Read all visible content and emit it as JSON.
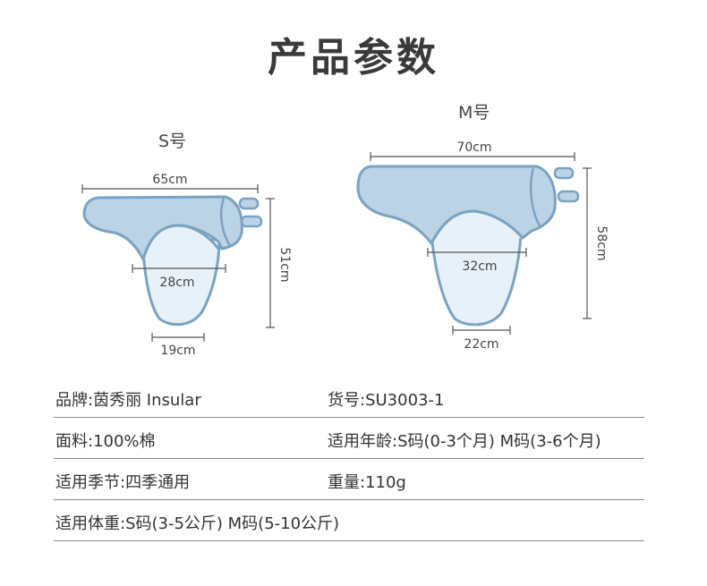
{
  "title": "产品参数",
  "sizes": {
    "s": {
      "label": "S号",
      "width": "65cm",
      "height": "51cm",
      "mid": "28cm",
      "bottom": "19cm"
    },
    "m": {
      "label": "M号",
      "width": "70cm",
      "height": "58cm",
      "mid": "32cm",
      "bottom": "22cm"
    }
  },
  "specs": [
    {
      "left": "品牌:茵秀丽 Insular",
      "right": "货号:SU3003-1"
    },
    {
      "left": "面料:100%棉",
      "right": "适用年龄:S码(0-3个月) M码(3-6个月)"
    },
    {
      "left": "适用季节:四季通用",
      "right": "重量:110g"
    },
    {
      "left": "适用体重:S码(3-5公斤) M码(5-10公斤)",
      "right": ""
    }
  ],
  "colors": {
    "body_fill": "#bcd3e6",
    "pouch_fill": "#e8f1f8",
    "outline": "#7aa3c2",
    "dimension_line": "#555555"
  }
}
